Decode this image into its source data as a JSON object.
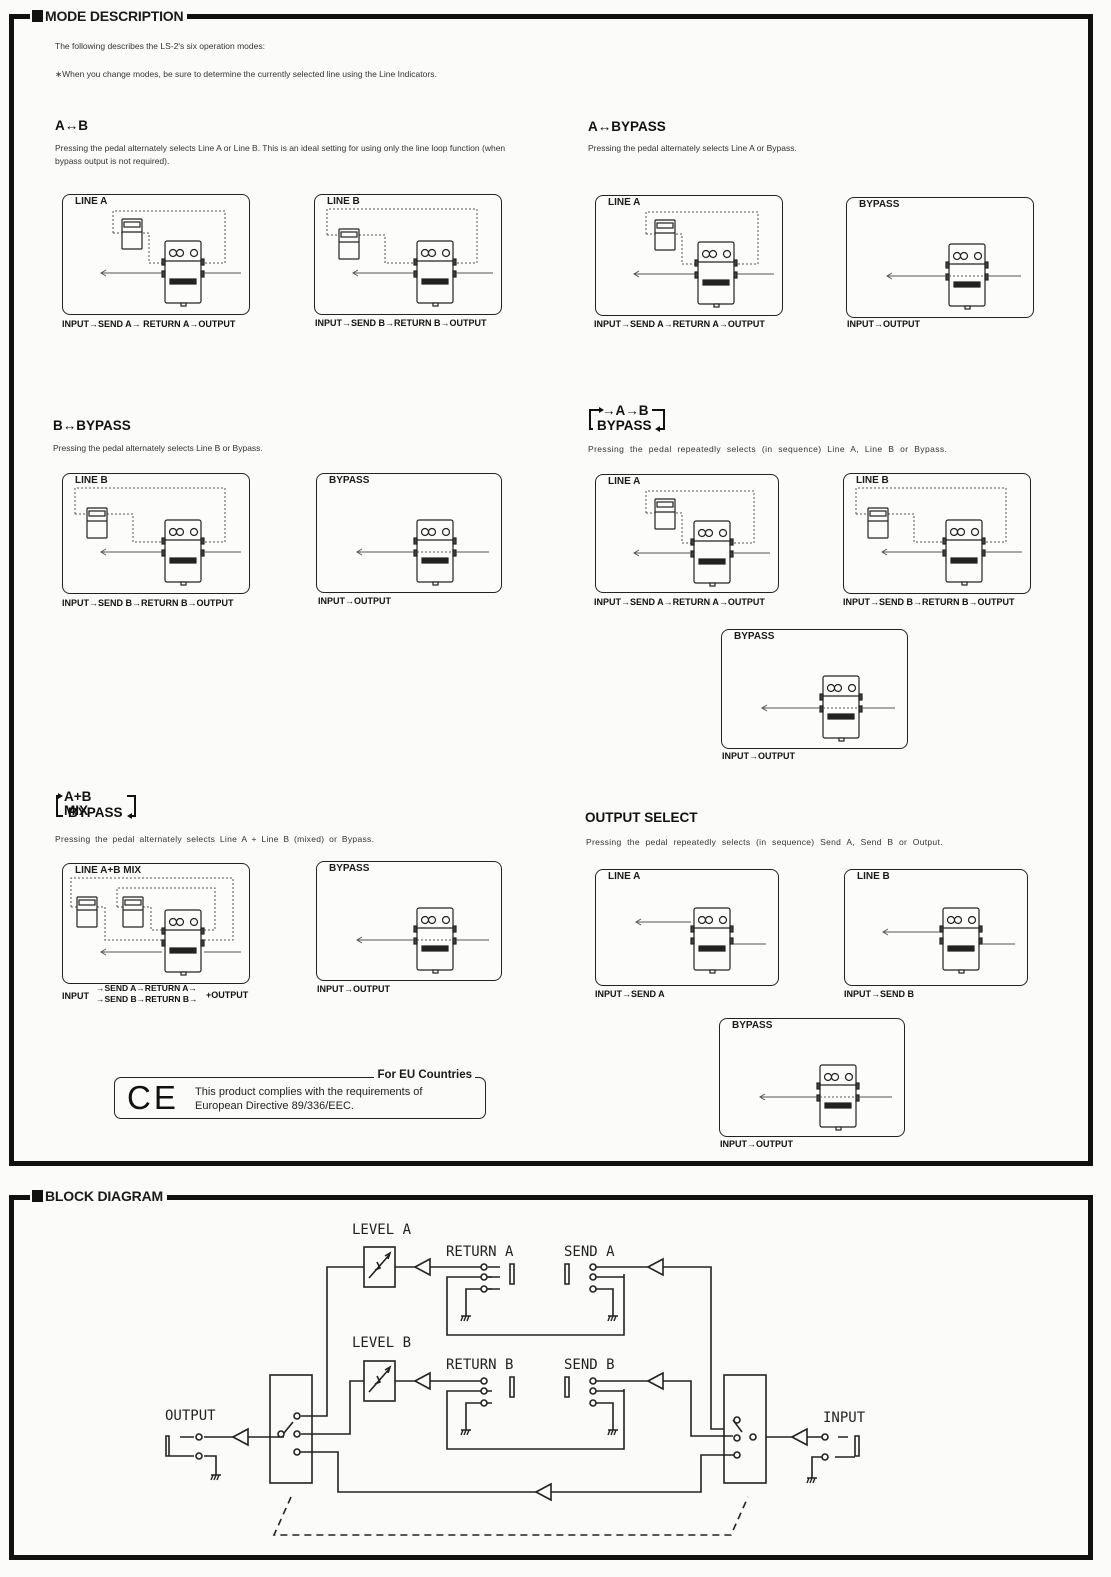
{
  "mode_section": {
    "title": "MODE DESCRIPTION",
    "intro": "The following describes the LS-2's six operation modes:",
    "note": "∗When you change modes, be sure to determine the currently selected line using the Line Indicators.",
    "modes": [
      {
        "title": "A↔B",
        "description": "Pressing the pedal alternately selects Line A or Line B. This is an ideal setting for using only the line loop function (when bypass output is not required).",
        "panels": [
          {
            "label": "LINE A",
            "flow": "INPUT→SEND A→ RETURN A→OUTPUT"
          },
          {
            "label": "LINE B",
            "flow": "INPUT→SEND B→RETURN B→OUTPUT"
          }
        ]
      },
      {
        "title": "A↔BYPASS",
        "description": "Pressing the pedal alternately selects Line A or Bypass.",
        "panels": [
          {
            "label": "LINE A",
            "flow": "INPUT→SEND A→RETURN A→OUTPUT"
          },
          {
            "label": "BYPASS",
            "flow": "INPUT→OUTPUT"
          }
        ]
      },
      {
        "title": "B↔BYPASS",
        "description": "Pressing the pedal alternately selects Line B or Bypass.",
        "panels": [
          {
            "label": "LINE B",
            "flow": "INPUT→SEND B→RETURN B→OUTPUT"
          },
          {
            "label": "BYPASS",
            "flow": "INPUT→OUTPUT"
          }
        ]
      },
      {
        "title_line1": "→A→B",
        "title_line2": "BYPASS",
        "description": "Pressing the pedal repeatedly selects (in sequence) Line A, Line B or Bypass.",
        "panels": [
          {
            "label": "LINE A",
            "flow": "INPUT→SEND A→RETURN A→OUTPUT"
          },
          {
            "label": "LINE B",
            "flow": "INPUT→SEND B→RETURN B→OUTPUT"
          },
          {
            "label": "BYPASS",
            "flow": "INPUT→OUTPUT"
          }
        ]
      },
      {
        "title_line1": "A+B MIX",
        "title_line2": "BYPASS",
        "description": "Pressing the pedal alternately selects Line A + Line B (mixed) or Bypass.",
        "panels": [
          {
            "label": "LINE A+B MIX",
            "flow_input": "INPUT",
            "flow_a": "→SEND A→RETURN A→",
            "flow_b": "→SEND B→RETURN B→",
            "flow_output": "+OUTPUT"
          },
          {
            "label": "BYPASS",
            "flow": "INPUT→OUTPUT"
          }
        ]
      },
      {
        "title": "OUTPUT SELECT",
        "description": "Pressing the pedal repeatedly selects (in sequence) Send A, Send B or Output.",
        "panels": [
          {
            "label": "LINE A",
            "flow": "INPUT→SEND A"
          },
          {
            "label": "LINE B",
            "flow": "INPUT→SEND B"
          },
          {
            "label": "BYPASS",
            "flow": "INPUT→OUTPUT"
          }
        ]
      }
    ],
    "ce_notice": {
      "mark": "CE",
      "heading": "For EU Countries",
      "line1": "This product complies with the requirements of",
      "line2": "European Directive 89/336/EEC."
    }
  },
  "block_section": {
    "title": "BLOCK DIAGRAM",
    "labels": {
      "level_a": "LEVEL A",
      "level_b": "LEVEL B",
      "return_a": "RETURN A",
      "return_b": "RETURN B",
      "send_a": "SEND A",
      "send_b": "SEND B",
      "output": "OUTPUT",
      "input": "INPUT"
    }
  }
}
